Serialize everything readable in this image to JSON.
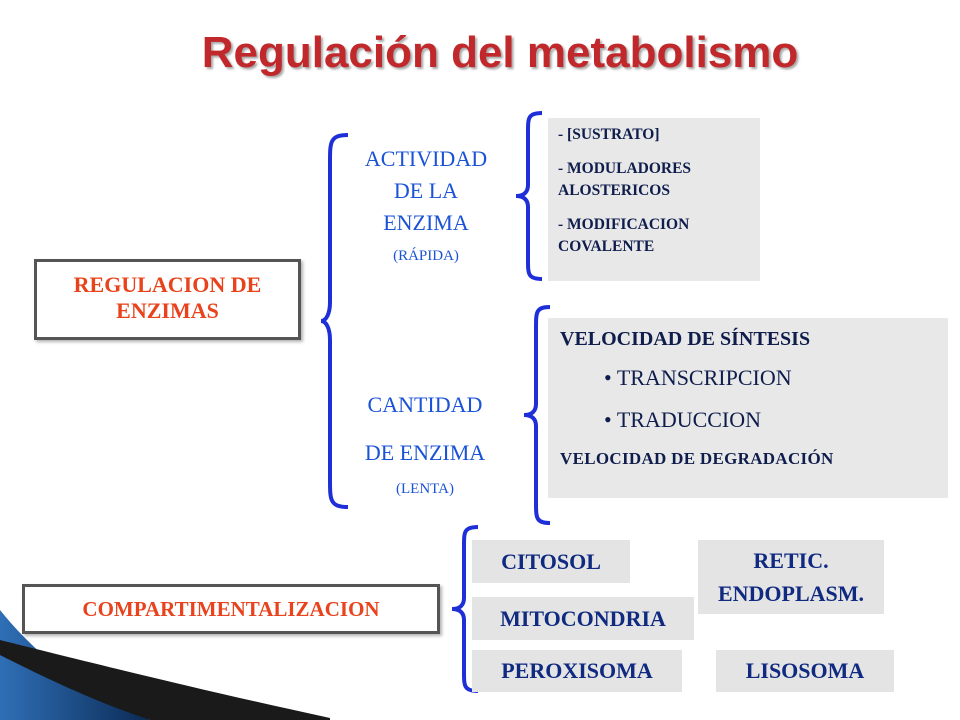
{
  "title": "Regulación del metabolismo",
  "regulacion_enzimas": "REGULACION DE ENZIMAS",
  "actividad": {
    "label": "ACTIVIDAD DE LA ENZIMA",
    "speed": "(RÁPIDA)"
  },
  "cantidad": {
    "line1": "CANTIDAD",
    "line2": "DE ENZIMA",
    "speed": "(LENTA)"
  },
  "actividad_items": [
    "- [SUSTRATO]",
    "- MODULADORES ALOSTERICOS",
    "- MODIFICACION COVALENTE"
  ],
  "cantidad_box": {
    "heading": "VELOCIDAD DE SÍNTESIS",
    "bullets": [
      "TRANSCRIPCION",
      "TRADUCCION"
    ],
    "footer": "VELOCIDAD DE DEGRADACIÓN"
  },
  "compartimentalizacion": "COMPARTIMENTALIZACION",
  "compartments": {
    "citosol": "CITOSOL",
    "retic": "RETIC. ENDOPLASM.",
    "mitocondria": "MITOCONDRIA",
    "peroxisoma": "PEROXISOMA",
    "lisosoma": "LISOSOMA"
  },
  "colors": {
    "title": "#c0282b",
    "brace": "#1e2fd8",
    "orange_text": "#e8431c",
    "blue_text": "#1a53d6",
    "navy_text": "#0f1d4c"
  }
}
